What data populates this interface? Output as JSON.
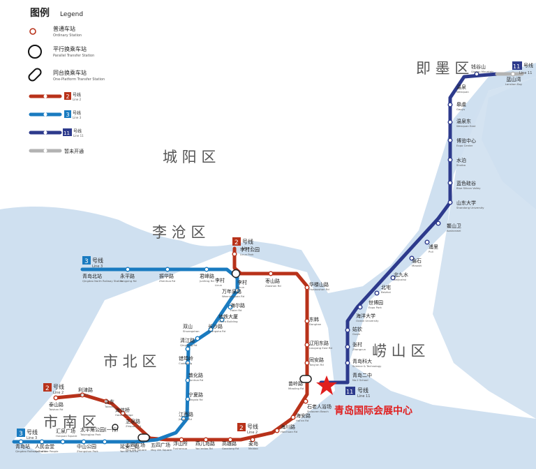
{
  "legend": {
    "title": "图例",
    "title_en": "Legend",
    "items": [
      {
        "label": "普通车站",
        "sub": "Ordinary Station",
        "icon": "ordinary-station-icon"
      },
      {
        "label": "平行换乘车站",
        "sub": "Parallel Transfer Station",
        "icon": "parallel-transfer-icon"
      },
      {
        "label": "同台换乘车站",
        "sub": "One-Platform Transfer Station",
        "icon": "platform-transfer-icon"
      },
      {
        "label": "号线",
        "sub": "Line 2",
        "num": "2",
        "color": "#b8321a"
      },
      {
        "label": "号线",
        "sub": "Line 3",
        "num": "3",
        "color": "#1a7bc0"
      },
      {
        "label": "号线",
        "sub": "Line 11",
        "num": "11",
        "color": "#2d3a8c"
      },
      {
        "label": "暂未开通",
        "sub": "",
        "color": "#b3b3b3"
      }
    ]
  },
  "colors": {
    "line2": "#b8321a",
    "line3": "#1a7bc0",
    "line11": "#2d3a8c",
    "inactive": "#b3b3b3",
    "land": "#cfe0f0",
    "star": "#e01e1e"
  },
  "districts": {
    "jimo": "即 墨 区",
    "chengyang": "城 阳 区",
    "licang": "李 沧 区",
    "shibei": "市 北 区",
    "shinan": "市 南 区",
    "laoshan": "崂 山 区"
  },
  "line_badges": {
    "line2_top": {
      "num": "2",
      "label": "号线",
      "en": "Line 2"
    },
    "line3_top": {
      "num": "3",
      "label": "号线",
      "en": "Line 3"
    },
    "line11_top": {
      "num": "11",
      "label": "号线",
      "en": "Line 11"
    },
    "line11_mid": {
      "num": "11",
      "label": "号线",
      "en": "Line 11"
    },
    "line2_left": {
      "num": "2",
      "label": "号线",
      "en": "Line 2"
    },
    "line3_left": {
      "num": "3",
      "label": "号线",
      "en": "Line 3"
    },
    "line2_bottom": {
      "num": "2",
      "label": "号线",
      "en": "Line 2"
    }
  },
  "highlight": "青岛国际会展中心",
  "stations": {
    "line11": [
      {
        "name": "鳌山卫",
        "en": "Aoshanwei"
      },
      {
        "name": "钱谷山",
        "en": "Qiangu Mountain"
      },
      {
        "name": "蓝山湾",
        "en": "Lanshan Bay"
      },
      {
        "name": "温泉",
        "en": "Wenquan"
      },
      {
        "name": "皋虞",
        "en": "Gaoyu"
      },
      {
        "name": "温泉东",
        "en": "Wenquan East"
      },
      {
        "name": "博览中心",
        "en": "Expo Center"
      },
      {
        "name": "水泊",
        "en": "Shuibo"
      },
      {
        "name": "蓝色硅谷",
        "en": "Blue Silicon Valley"
      },
      {
        "name": "山东大学",
        "en": "Shandong University"
      },
      {
        "name": "鳌山卫",
        "en": "Aoshanwei"
      },
      {
        "name": "浦里",
        "en": "Puli"
      },
      {
        "name": "庙石",
        "en": "Miaoshi"
      },
      {
        "name": "北九水",
        "en": "Beijiushui"
      },
      {
        "name": "北宅",
        "en": "Beizhai"
      },
      {
        "name": "世博园",
        "en": "Expo Park"
      },
      {
        "name": "海洋大学",
        "en": "Ocean University"
      },
      {
        "name": "姑钦",
        "en": "Guqin"
      },
      {
        "name": "张村",
        "en": "Zhangcun"
      },
      {
        "name": "青岛科大",
        "en": "Science & Technology"
      },
      {
        "name": "青岛二中",
        "en": "No.2 School"
      },
      {
        "name": "苗岭路",
        "en": "Miaoling Rd"
      }
    ],
    "line2": [
      {
        "name": "李村公园",
        "en": "Licun Park"
      },
      {
        "name": "李村",
        "en": "Licun"
      },
      {
        "name": "枣山路",
        "en": "Zaoshan Rd"
      },
      {
        "name": "华楼山路",
        "en": "Hualoushan Rd"
      },
      {
        "name": "东韩",
        "en": "Donghan"
      },
      {
        "name": "辽阳东路",
        "en": "Liaoyang East Rd"
      },
      {
        "name": "同安路",
        "en": "Tong'an Rd"
      },
      {
        "name": "苗岭路",
        "en": "Miaoling Rd"
      },
      {
        "name": "石老人浴场",
        "en": "Shilaoren Beach"
      },
      {
        "name": "海安路",
        "en": "Hai'an Rd"
      },
      {
        "name": "海川路",
        "en": "Haichuan Rd"
      },
      {
        "name": "麦岛",
        "en": "Maidao"
      },
      {
        "name": "高雄路",
        "en": "Gaoxiong Rd"
      },
      {
        "name": "燕儿岛路",
        "en": "Yan'erdao Rd"
      },
      {
        "name": "浮山所",
        "en": "Fushansuo"
      },
      {
        "name": "五四广场",
        "en": "May 4th Square"
      },
      {
        "name": "芝泉路",
        "en": "Zhiquan Rd"
      },
      {
        "name": "海信桥",
        "en": "Haixin Bridge"
      },
      {
        "name": "台东",
        "en": "Taidong"
      },
      {
        "name": "利津路",
        "en": "Lijin Rd"
      },
      {
        "name": "泰山路",
        "en": "Taishan Rd"
      }
    ],
    "line3": [
      {
        "name": "青岛北站",
        "en": "Qingdao North Railway Station"
      },
      {
        "name": "永平路",
        "en": "Yongping Rd"
      },
      {
        "name": "振华路",
        "en": "Zhenhua Rd"
      },
      {
        "name": "君峰路",
        "en": "Junfeng Rd"
      },
      {
        "name": "李村",
        "en": "Licun"
      },
      {
        "name": "万年泉路",
        "en": "Wanniaoquan Rd"
      },
      {
        "name": "海尔路",
        "en": "Haier Rd"
      },
      {
        "name": "地铁大厦",
        "en": "Metro Building"
      },
      {
        "name": "长沙路",
        "en": "Changsha Rd"
      },
      {
        "name": "双山",
        "en": "Shuangshan"
      },
      {
        "name": "清江路",
        "en": "Qingjiang Rd"
      },
      {
        "name": "错埠岭",
        "en": "Cuobuling"
      },
      {
        "name": "敦化路",
        "en": "Dunhua Rd"
      },
      {
        "name": "宁夏路",
        "en": "Ningxia Rd"
      },
      {
        "name": "江西路",
        "en": "Jiangxi Rd"
      },
      {
        "name": "五四广场",
        "en": "May 4th Square"
      },
      {
        "name": "延安三路",
        "en": "Yan'an 3rd Rd"
      },
      {
        "name": "太平角公园(一行)",
        "en": "Taipingjiao Park"
      },
      {
        "name": "中山公园",
        "en": "Zhongshan Park"
      },
      {
        "name": "汇泉广场",
        "en": "Huiquan Square"
      },
      {
        "name": "人民会堂",
        "en": "Hall of the People"
      },
      {
        "name": "青岛站",
        "en": "Qingdao Railway Station"
      }
    ]
  }
}
